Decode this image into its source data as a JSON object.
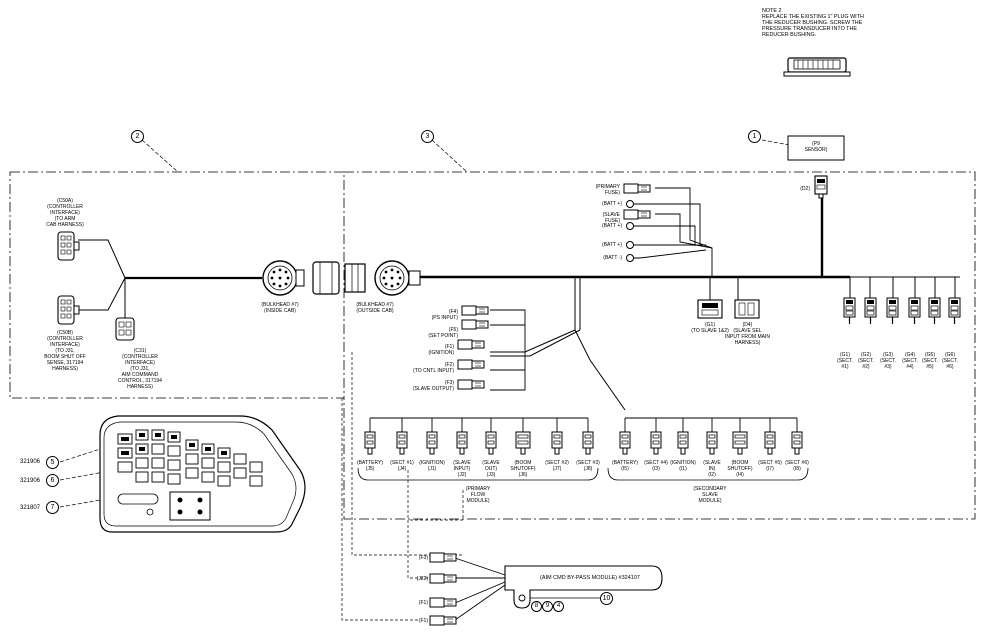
{
  "note": "NOTE 2\nREPLACE THE EXISTING 1\" PLUG WITH\nTHE REDUCER BUSHING. SCREW THE\nPRESSURE TRANSDUCER INTO THE\nREDUCER BUSHING.",
  "callouts": {
    "c1": "1",
    "c2": "2",
    "c3": "3",
    "c5": "5",
    "c6": "6",
    "c7": "7",
    "c10": "10",
    "c8a": "8",
    "c8b": "9",
    "c8c": "4"
  },
  "parts": {
    "p5": "321906",
    "p6": "321906",
    "p7": "321807"
  },
  "labels": {
    "c50a": "(C50A)\n(CONTROLLER\nINTERFACE)\n(TO ARM\nCAB HARNESS)",
    "c50b": "(C50B)\n(CONTROLLER\nINTERFACE)\n(TO J31,\nBOOM SHUT OFF\nSENSE, 317194\nHARNESS)",
    "c31": "(C31)\n(CONTROLLER\nINTERFACE)\n(TO J31,\nAIM COMMAND\nCONTROL, 317194\nHARNESS)",
    "bulk_in": "(BULKHEAD #7)\n(INSIDE CAB)",
    "bulk_out": "(BULKHEAD #7)\n(OUTSIDE CAB)",
    "p9": "(P9\nSENSOR)",
    "d2": "(D2)",
    "primary_fuse": "(PRIMARY\nFUSE)",
    "slave_fuse": "(SLAVE\nFUSE)",
    "batt1": "(BATT +)",
    "batt2": "(BATT +)",
    "batt3": "(BATT +)",
    "batt4": "(BATT -)",
    "f4": "(F4)\n(PS INPUT)",
    "f5": "(F5)\n(SET POINT)",
    "f1": "(F1)\n(IGNITION)",
    "f2": "(F2)\n(TO CNTL INPUT)",
    "f3": "(F3)\n(SLAVE OUTPUT)",
    "g1": "(G1)\n(TO SLAVE 1&2)",
    "d4": "(D4)\n(SLAVE SEL\nINPUT FROM MAIN\nHARNESS)",
    "pj": [
      "(BATTERY)\n(J5)",
      "(SECT #1)\n(J4)",
      "(IGNITION)\n(J1)",
      "(SLAVE\nINPUT)\n(J2)",
      "(SLAVE\nOUT)\n(J3)",
      "(BOOM\nSHUTOFF)\n(J6)",
      "(SECT #2)\n(J7)",
      "(SECT #3)\n(J8)"
    ],
    "sj": [
      "(BATTERY)\n(I5)",
      "(SECT #4)\n(I3)",
      "(IGNITION)\n(I1)",
      "(SLAVE\nIN)\n(I2)",
      "(BOOM\nSHUTOFF)\n(I4)",
      "(SECT #5)\n(I7)",
      "(SECT #6)\n(I8)"
    ],
    "gsec": [
      "(G1)\n(SECT.\n#1)",
      "(G2)\n(SECT.\n#2)",
      "(G3)\n(SECT.\n#3)",
      "(G4)\n(SECT.\n#4)",
      "(G5)\n(SECT.\n#5)",
      "(G6)\n(SECT.\n#6)"
    ],
    "primary_module": "(PRIMARY\nFLOW\nMODULE)",
    "secondary_module": "(SECONDARY\nSLAVE\nMODULE)",
    "bypass": "(AIM CMD BY-PASS MODULE) #324107",
    "bp_f3": "(F3)",
    "bp_j22": "(J22)",
    "bp_f1": "(F1)",
    "bp_f1b": "(F1)"
  }
}
